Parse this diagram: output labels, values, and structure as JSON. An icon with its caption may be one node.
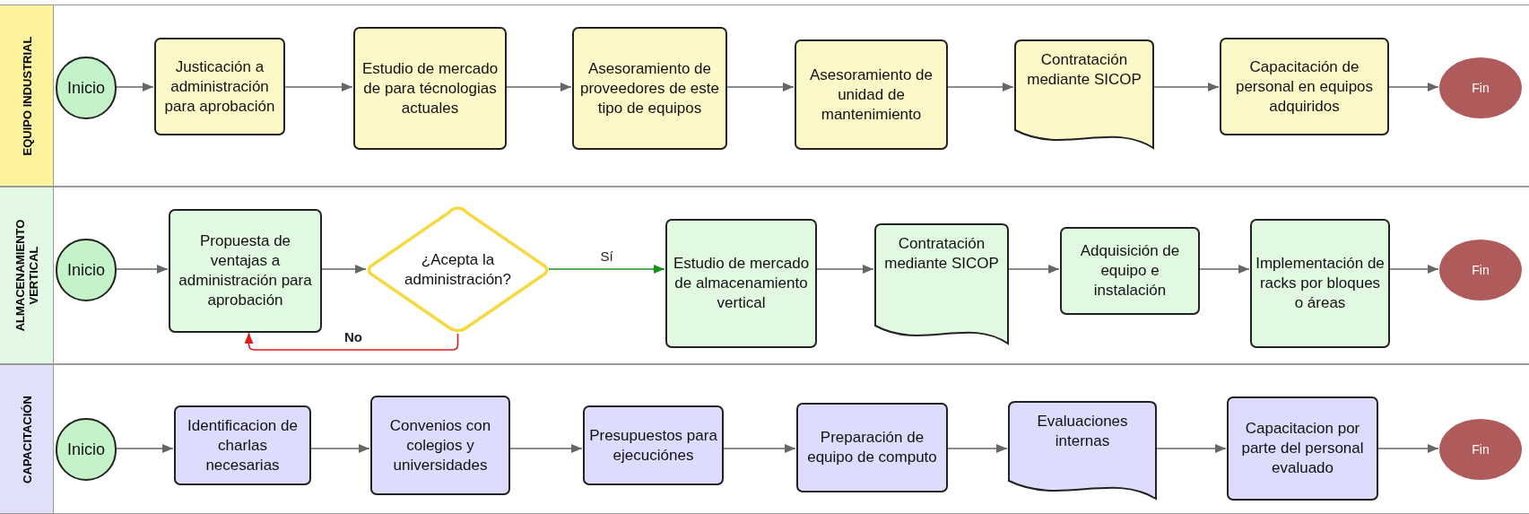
{
  "diagram": {
    "nodes": [
      {
        "text": [
          "EQUIPO INDUSTRIAL"
        ]
      },
      {
        "text": [
          "Inicio"
        ],
        "in": 0
      },
      {
        "text": [
          "Justicación a administración para aprobación"
        ],
        "in": 0
      },
      {
        "text": [
          "Estudio de mercado de para técnologias actuales"
        ],
        "in": 0
      },
      {
        "text": [
          "Asesoramiento de proveedores de este tipo de equipos"
        ],
        "in": 0
      },
      {
        "text": [
          "Asesoramiento de unidad de mantenimiento"
        ],
        "in": 0
      },
      {
        "text": [
          "Contratación mediante SICOP"
        ],
        "in": 0
      },
      {
        "text": [
          "Capacitación de personal en equipos adquiridos"
        ],
        "in": 0
      },
      {
        "text": [
          "Fin"
        ],
        "in": 0
      },
      {
        "text": [
          "ALMACENAMIENTO VERTICAL"
        ]
      },
      {
        "text": [
          "Inicio"
        ],
        "in": 9
      },
      {
        "text": [
          "Propuesta de ventajas a administración para aprobación"
        ],
        "in": 9
      },
      {
        "text": [
          "¿Acepta la administración?"
        ],
        "in": 9
      },
      {
        "text": [
          "Estudio de mercado de almacenamiento vertical"
        ],
        "in": 9
      },
      {
        "text": [
          "Contratación mediante SICOP"
        ],
        "in": 9
      },
      {
        "text": [
          "Adquisición de equipo e instalación"
        ],
        "in": 9
      },
      {
        "text": [
          "Implementación de racks por bloques o áreas"
        ],
        "in": 9
      },
      {
        "text": [
          "Fin"
        ],
        "in": 9
      },
      {
        "text": [
          "CAPACITACIÓN"
        ]
      },
      {
        "text": [
          "Inicio"
        ],
        "in": 18
      },
      {
        "text": [
          "Identificacion de charlas necesarias"
        ],
        "in": 18
      },
      {
        "text": [
          "Convenios con colegios y universidades"
        ],
        "in": 18
      },
      {
        "text": [
          "Presupuestos para ejecuciónes"
        ],
        "in": 18
      },
      {
        "text": [
          "Preparación de equipo de computo"
        ],
        "in": 18
      },
      {
        "text": [
          "Evaluaciones internas"
        ],
        "in": 18
      },
      {
        "text": [
          "Capacitacion por parte del personal evaluado"
        ],
        "in": 18
      },
      {
        "text": [
          "Fin"
        ],
        "in": 18
      }
    ],
    "edges": [
      {
        "from": 1,
        "to": 2,
        "arrow": "to"
      },
      {
        "from": 2,
        "to": 3,
        "arrow": "to"
      },
      {
        "from": 3,
        "to": 4,
        "arrow": "to"
      },
      {
        "from": 4,
        "to": 5,
        "arrow": "to"
      },
      {
        "from": 5,
        "to": 6,
        "arrow": "to"
      },
      {
        "from": 6,
        "to": 7,
        "arrow": "to"
      },
      {
        "from": 7,
        "to": 8,
        "arrow": "to"
      },
      {
        "from": 10,
        "to": 11,
        "arrow": "to"
      },
      {
        "from": 11,
        "to": 12,
        "arrow": "to"
      },
      {
        "from": 12,
        "to": 13,
        "arrow": "to",
        "label": "Sí",
        "color": "#1a8f1a"
      },
      {
        "from": 13,
        "to": 14,
        "arrow": "to"
      },
      {
        "from": 14,
        "to": 15,
        "arrow": "to"
      },
      {
        "from": 15,
        "to": 16,
        "arrow": "to"
      },
      {
        "from": 16,
        "to": 17,
        "arrow": "to"
      },
      {
        "from": 12,
        "to": 11,
        "arrow": "to",
        "label": "No",
        "color": "#e01b1b"
      },
      {
        "from": 19,
        "to": 20,
        "arrow": "to"
      },
      {
        "from": 20,
        "to": 21,
        "arrow": "to"
      },
      {
        "from": 21,
        "to": 22,
        "arrow": "to"
      },
      {
        "from": 22,
        "to": 23,
        "arrow": "to"
      },
      {
        "from": 23,
        "to": 24,
        "arrow": "to"
      },
      {
        "from": 24,
        "to": 25,
        "arrow": "to"
      },
      {
        "from": 25,
        "to": 26,
        "arrow": "to"
      }
    ]
  }
}
